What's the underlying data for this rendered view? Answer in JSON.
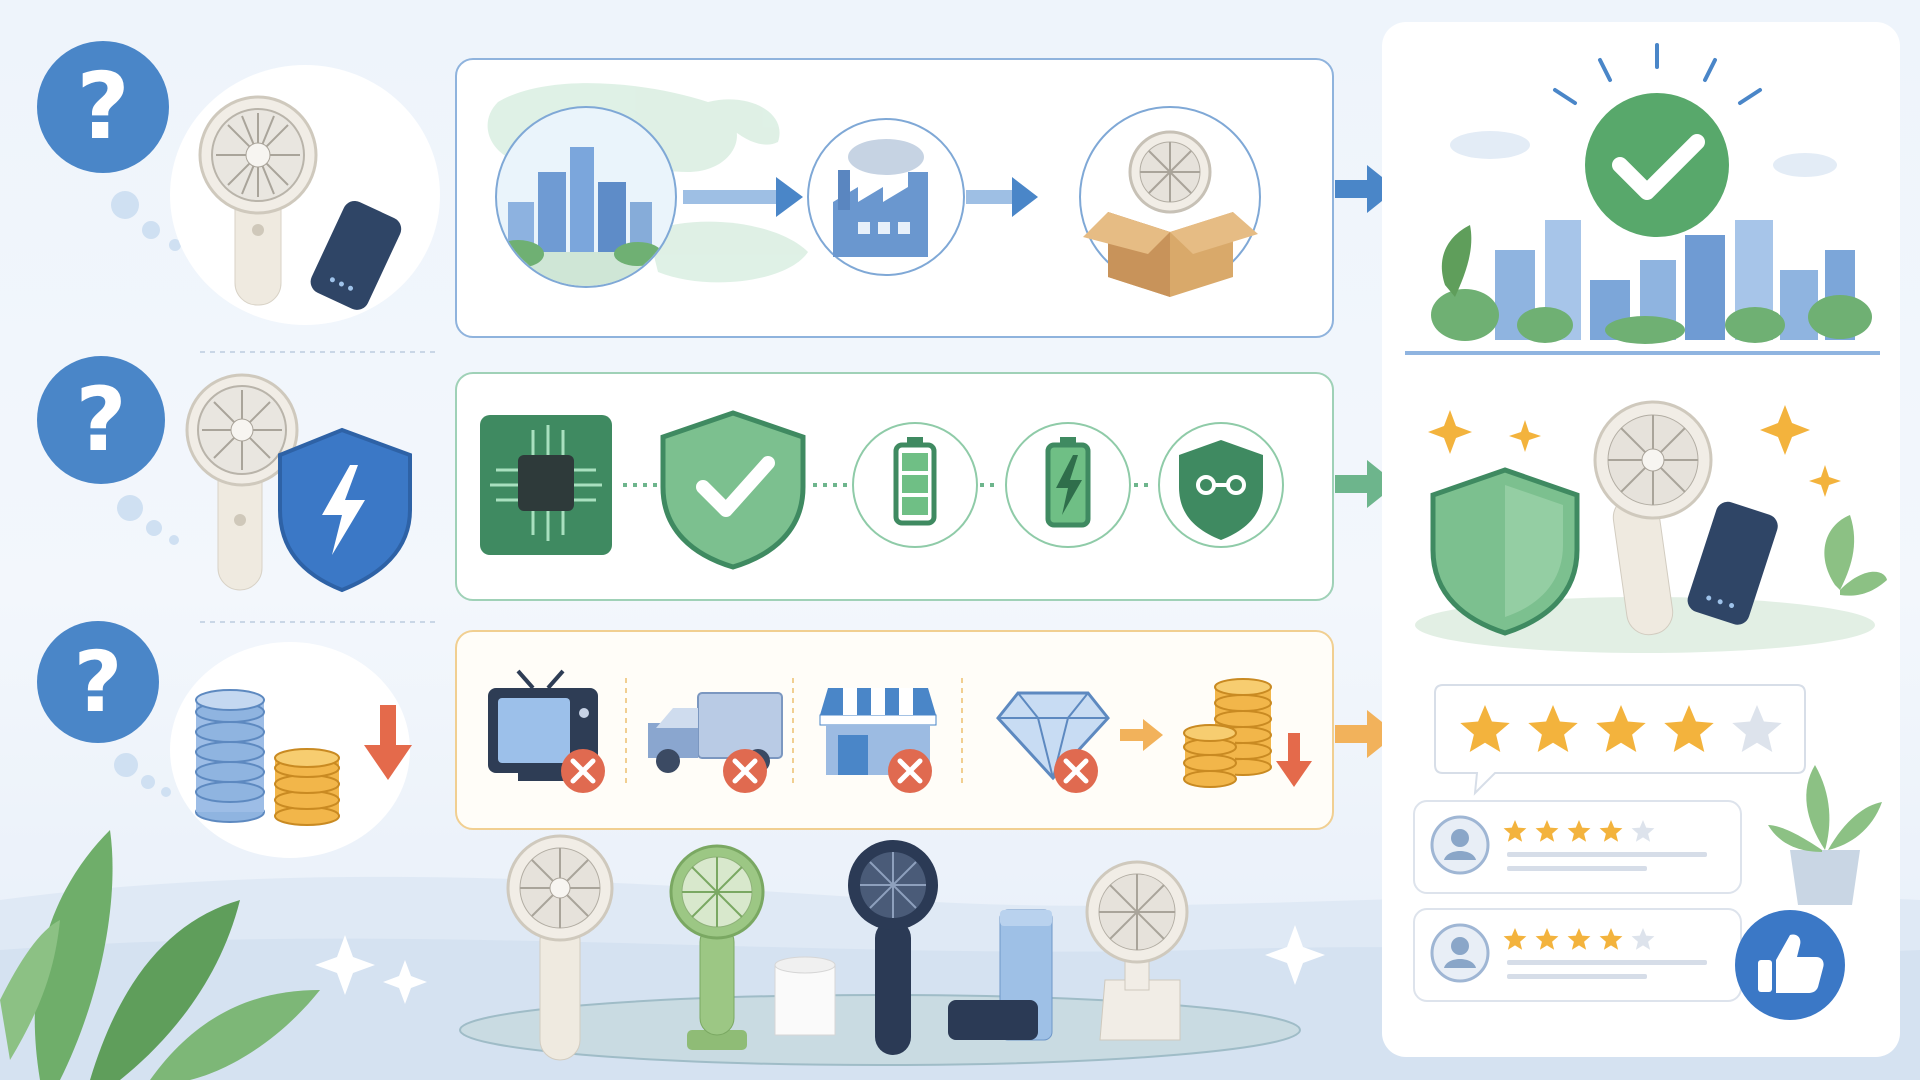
{
  "colors": {
    "background": "#eef4fb",
    "question_blue": "#4a86c8",
    "row1_border": "#8fb3dd",
    "row2_border": "#9fd1b7",
    "row3_border": "#f1cf91",
    "arrow_blue": "#4a86c8",
    "arrow_green": "#6db58c",
    "arrow_orange": "#f2b25b",
    "check_green": "#58a86b",
    "star_gold": "#f3b33d",
    "star_empty": "#dde3ec",
    "cross_red": "#e06a50"
  },
  "icons": {
    "question_marks": [
      "question-mark-icon",
      "question-mark-icon",
      "question-mark-icon"
    ],
    "row1": [
      "city-map-icon",
      "factory-icon",
      "fan-in-box-icon"
    ],
    "row2": [
      "circuit-chip-icon",
      "shield-check-icon",
      "battery-full-icon",
      "battery-charge-icon",
      "shield-link-icon"
    ],
    "row3": [
      "tv-cross-icon",
      "truck-cross-icon",
      "store-cross-icon",
      "diamond-cross-icon",
      "coins-down-icon"
    ],
    "right": [
      "check-badge-icon",
      "green-shield-icon",
      "rating-stars-icon",
      "review-avatar-icon",
      "thumbs-up-icon"
    ]
  },
  "ratings": {
    "main": {
      "filled": 4,
      "total": 5
    },
    "review_1": {
      "filled": 4,
      "total": 5
    },
    "review_2": {
      "filled": 4,
      "total": 5
    }
  }
}
